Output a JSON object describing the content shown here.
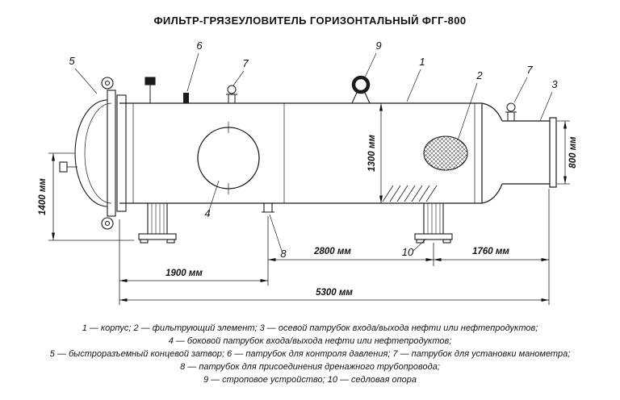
{
  "title": "ФИЛЬТР-ГРЯЗЕУЛОВИТЕЛЬ ГОРИЗОНТАЛЬНЫЙ ФГГ-800",
  "callouts": {
    "body": "1",
    "filter_element": "2",
    "axial_nozzle": "3",
    "side_nozzle": "4",
    "end_closure": "5",
    "pressure_nozzle": "6",
    "manometer_nozzle_left": "7",
    "manometer_nozzle_right": "7",
    "drain_nozzle": "8",
    "sling_device": "9",
    "saddle_support": "10"
  },
  "dimensions": {
    "height": "1400 мм",
    "shell_diameter": "1300 мм",
    "nozzle_diameter": "800 мм",
    "span_middle": "2800 мм",
    "span_right": "1760 мм",
    "span_left": "1900 мм",
    "overall_length": "5300 мм"
  },
  "legend": {
    "lines": [
      "1 — корпус; 2 — фильтрующий элемент; 3 — осевой патрубок входа/выхода нефти или нефтепродуктов;",
      "4 — боковой патрубок входа/выхода нефти или нефтепродуктов;",
      "5 — быстроразъемный концевой затвор; 6 — патрубок для контроля давления; 7 — патрубок для установки манометра;",
      "8 — патрубок для присоединения дренажного трубопровода;",
      "9 — строповое устройство; 10 — седловая опора"
    ]
  }
}
